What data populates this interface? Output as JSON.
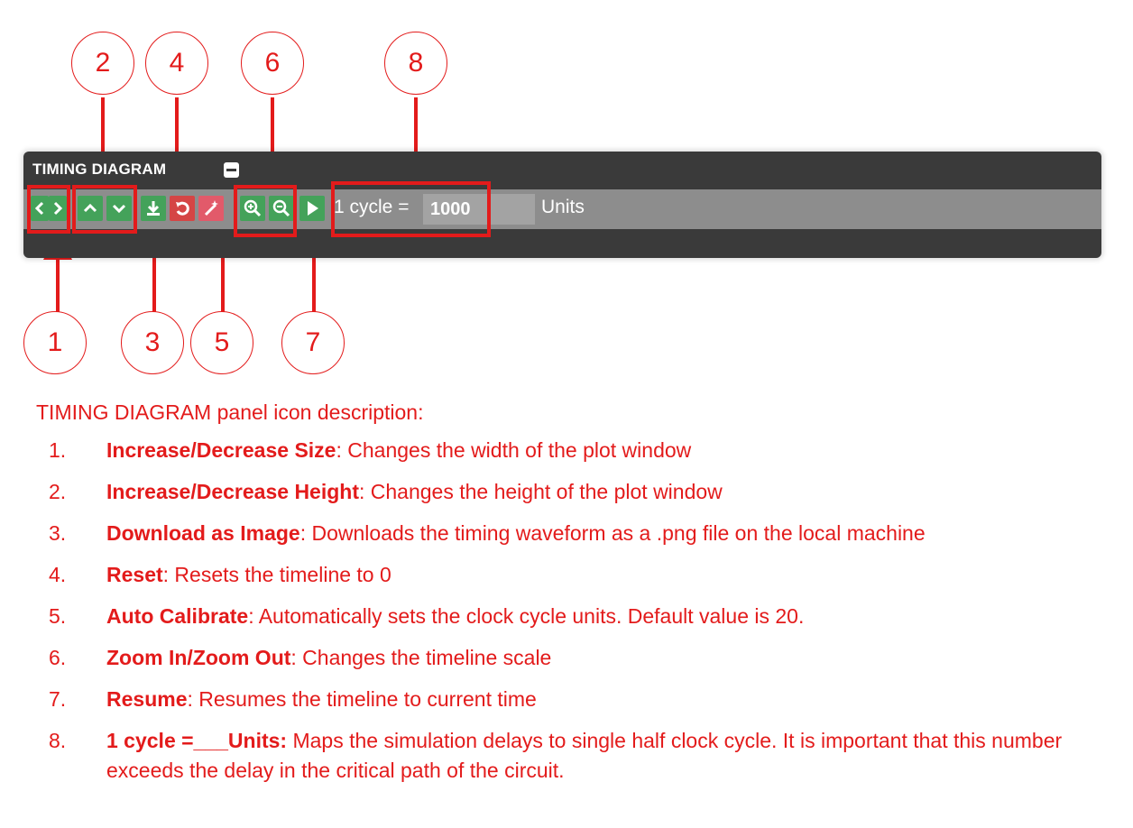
{
  "callouts": [
    "1",
    "2",
    "3",
    "4",
    "5",
    "6",
    "7",
    "8"
  ],
  "panel": {
    "title": "TIMING DIAGRAM",
    "cycle_label": "1 cycle =",
    "cycle_value": "1000",
    "units_label": "Units"
  },
  "toolbar_icons": [
    "decrease-size-icon",
    "increase-size-icon",
    "increase-height-icon",
    "decrease-height-icon",
    "download-icon",
    "reset-icon",
    "auto-calibrate-icon",
    "zoom-in-icon",
    "zoom-out-icon",
    "resume-icon"
  ],
  "colors": {
    "annotation_red": "#e31b1b",
    "panel_bg": "#3a3a3a",
    "toolbar_bg": "#8d8d8d",
    "button_green": "#44a25a",
    "button_red": "#d54545"
  },
  "description": {
    "heading": "TIMING DIAGRAM panel icon description:",
    "items": [
      {
        "num": "1.",
        "term": "Increase/Decrease Size",
        "text": ":  Changes the width of the plot window"
      },
      {
        "num": "2.",
        "term": "Increase/Decrease Height",
        "text": ": Changes the height of the plot window"
      },
      {
        "num": "3.",
        "term": "Download as Image",
        "text": ": Downloads the timing waveform as a .png file on the local machine"
      },
      {
        "num": "4.",
        "term": "Reset",
        "text": ": Resets the timeline to 0"
      },
      {
        "num": "5.",
        "term": "Auto Calibrate",
        "text": ": Automatically sets the clock cycle units. Default value is 20."
      },
      {
        "num": "6.",
        "term": "Zoom In/Zoom Out",
        "text": ": Changes the timeline scale"
      },
      {
        "num": "7.",
        "term": "Resume",
        "text": ": Resumes the timeline to current time"
      },
      {
        "num": "8.",
        "term": "1 cycle =___Units:",
        "text": " Maps the simulation delays to single half clock cycle. It is important that this number exceeds the delay in the critical path of the circuit."
      }
    ]
  }
}
